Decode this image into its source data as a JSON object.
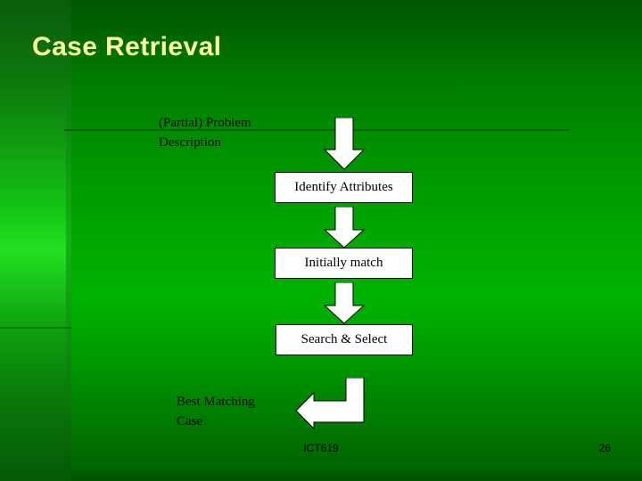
{
  "slide": {
    "title": "Case Retrieval",
    "background_color": "#009900",
    "title_color": "#FFFF99"
  },
  "diagram": {
    "labels": [
      {
        "id": "problem",
        "text": "(Partial) Problem\nDescription"
      },
      {
        "id": "best-match",
        "text": "Best Matching\nCase"
      }
    ],
    "boxes": [
      {
        "id": "identify-attributes",
        "text": "Identify Attributes"
      },
      {
        "id": "initially-match",
        "text": "Initially match"
      },
      {
        "id": "search-select",
        "text": "Search & Select"
      }
    ],
    "arrows": [
      {
        "id": "arrow-down-1",
        "direction": "down"
      },
      {
        "id": "arrow-down-2",
        "direction": "down"
      },
      {
        "id": "arrow-down-3",
        "direction": "down"
      },
      {
        "id": "arrow-elbow-left",
        "direction": "elbow-left"
      }
    ]
  },
  "footer": {
    "course_code": "ICT619",
    "page_number": "26"
  }
}
